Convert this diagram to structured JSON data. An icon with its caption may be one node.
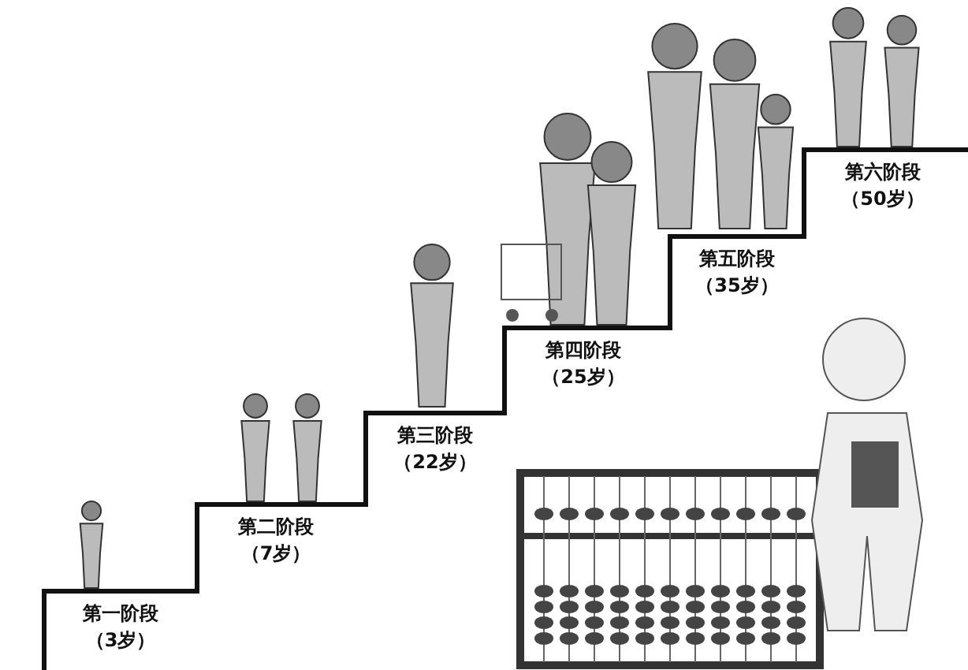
{
  "diagram": {
    "labels": [
      "第一阶段",
      "（3岁）",
      "第二阶段",
      "（7岁）",
      "第三阶段",
      "（22岁）",
      "第四阶段",
      "（25岁）",
      "第五阶段",
      "（35岁）",
      "第六阶段",
      "（50岁）"
    ]
  }
}
